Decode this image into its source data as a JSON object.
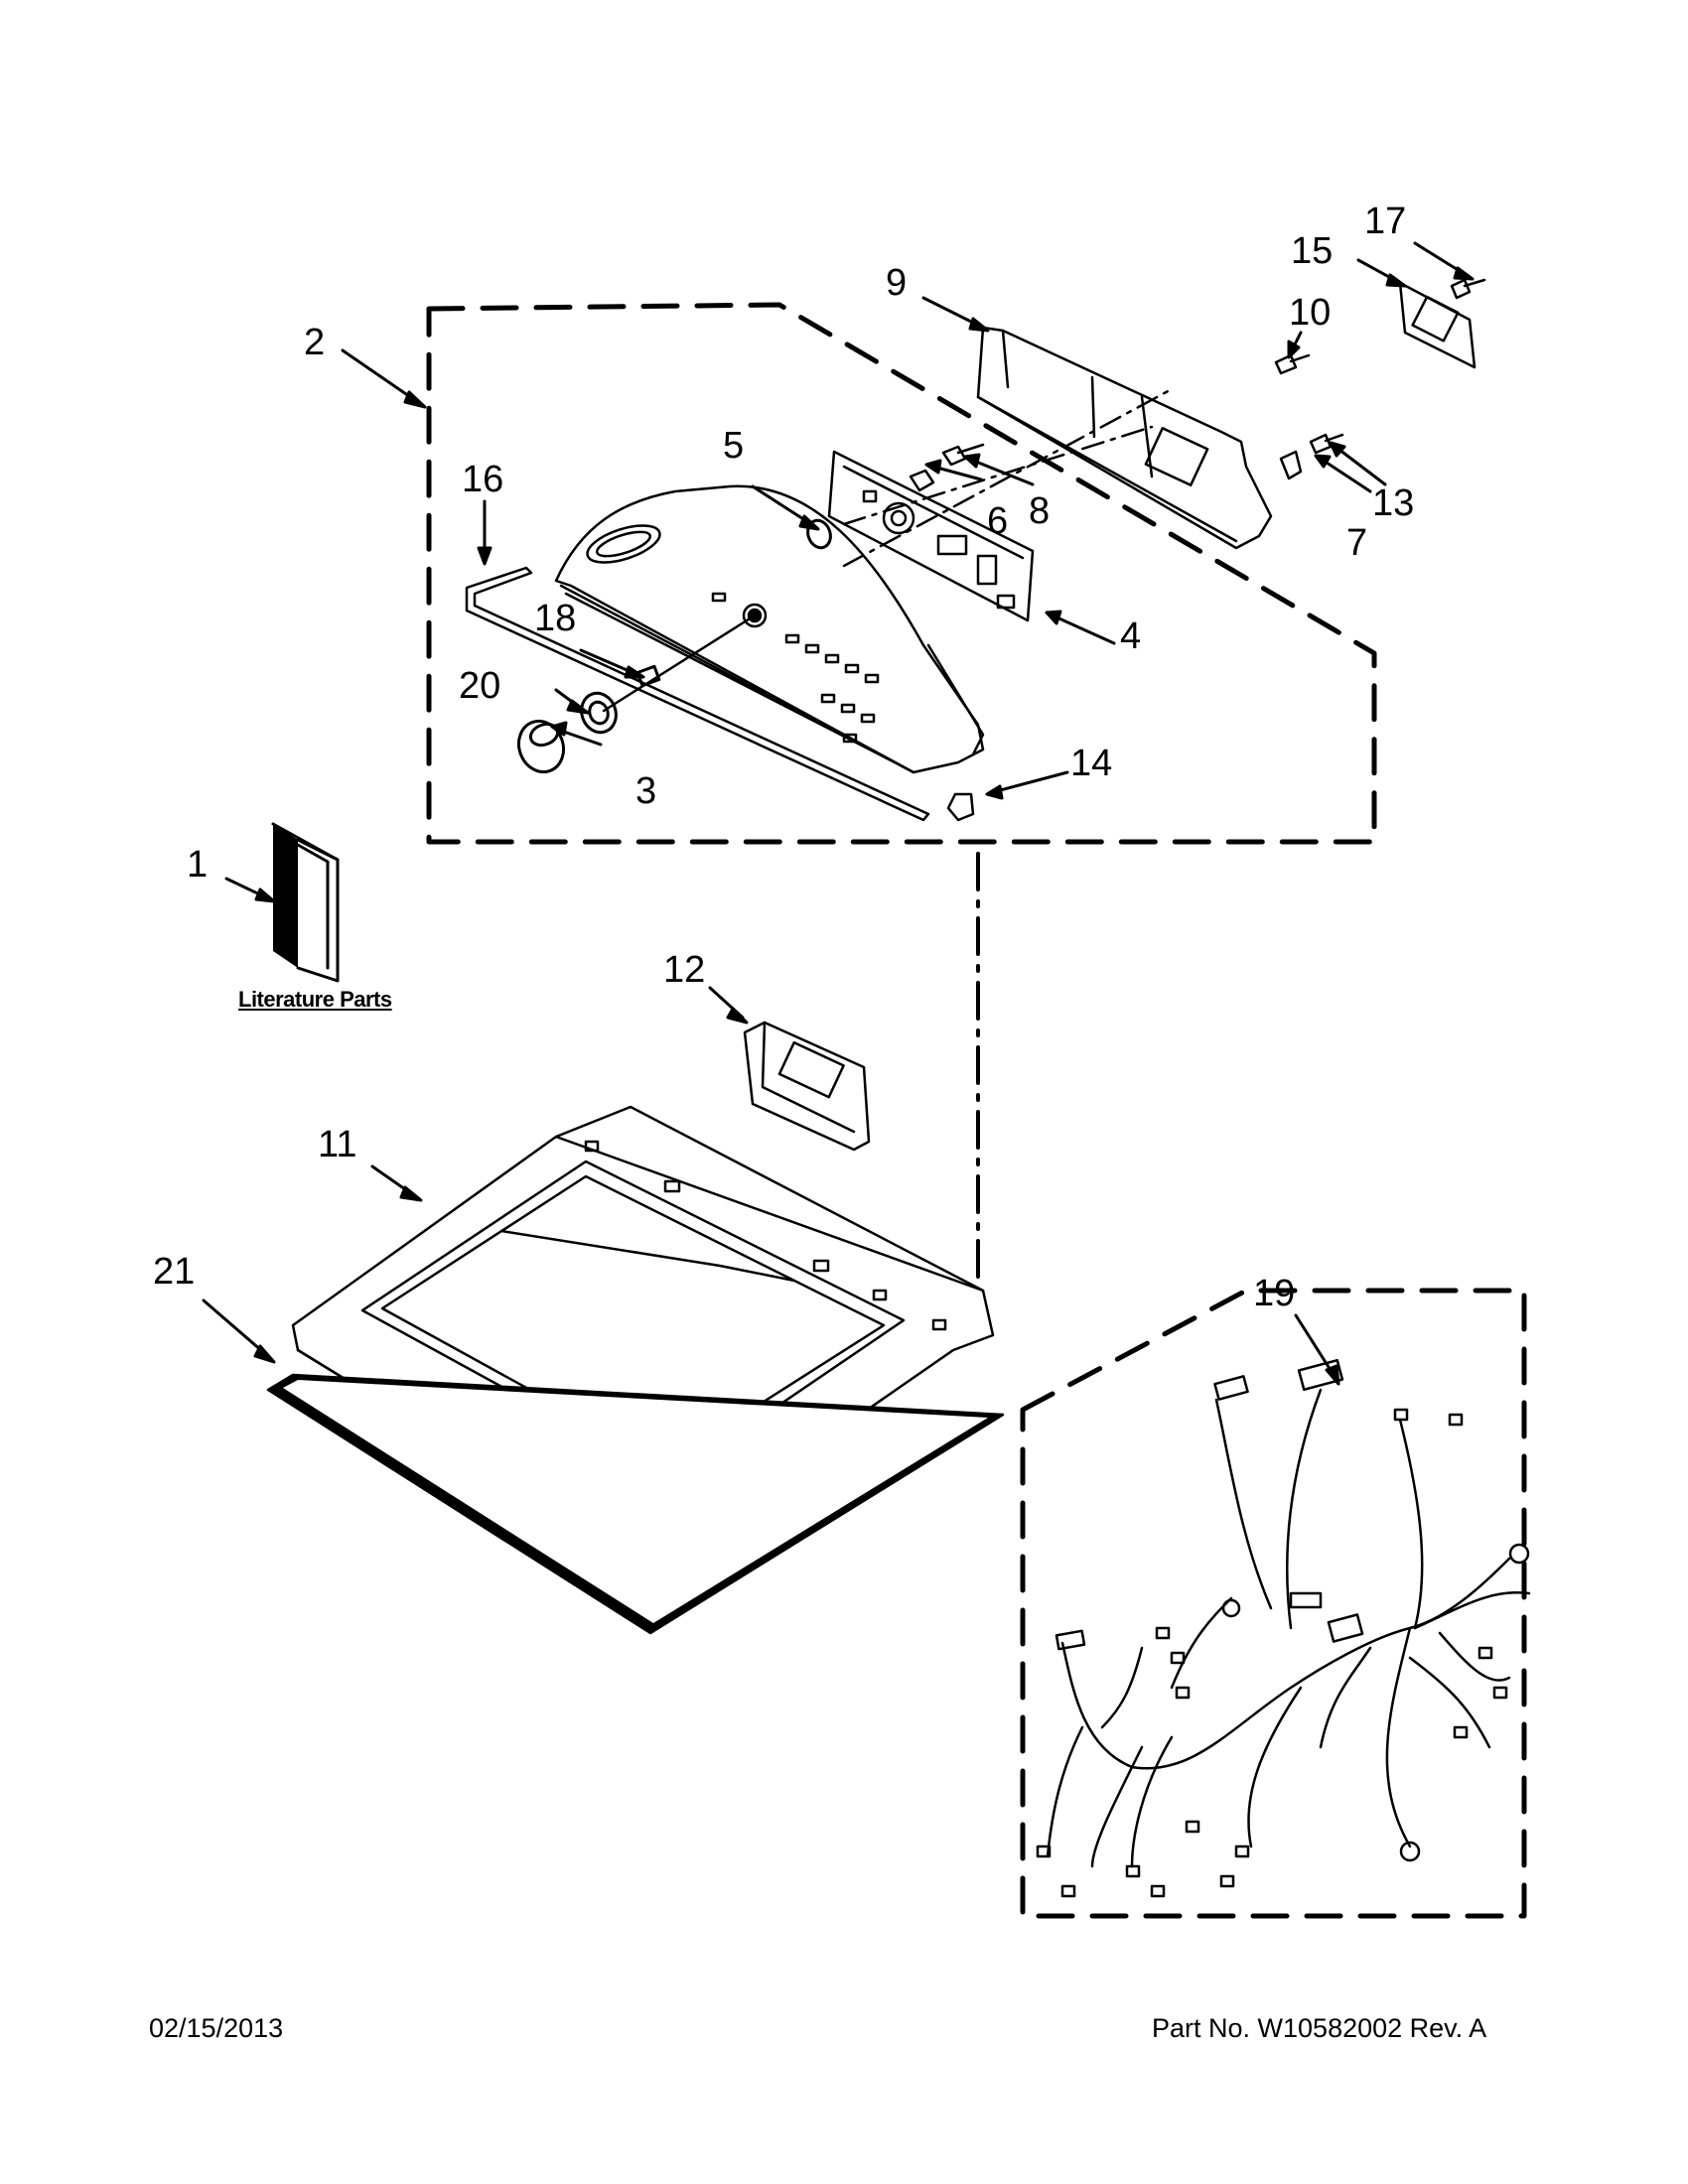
{
  "callouts": {
    "c1": "1",
    "c2": "2",
    "c3": "3",
    "c4": "4",
    "c5": "5",
    "c6": "6",
    "c7": "7",
    "c8": "8",
    "c9": "9",
    "c10": "10",
    "c11": "11",
    "c12": "12",
    "c13": "13",
    "c14": "14",
    "c15": "15",
    "c16": "16",
    "c17": "17",
    "c18": "18",
    "c19": "19",
    "c20": "20",
    "c21": "21"
  },
  "literature_label": "Literature Parts",
  "footer": {
    "date": "02/15/2013",
    "part_no": "Part No.  W10582002  Rev.  A"
  },
  "icons": {
    "console": "console-panel-icon",
    "knob": "knob-icon",
    "control_board": "control-board-icon",
    "harness": "wire-harness-icon",
    "top_panel": "top-panel-icon"
  }
}
